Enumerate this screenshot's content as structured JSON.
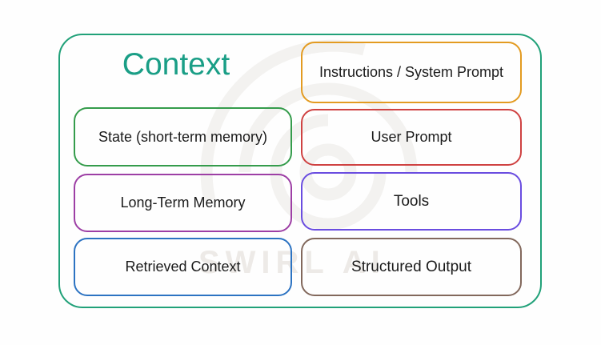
{
  "diagram": {
    "title": "Context",
    "title_color": "#1a9e86",
    "container_border_color": "#21a179",
    "watermark": {
      "text": "SWIRL AI",
      "color": "#edeae7"
    },
    "boxes": [
      {
        "label": "Instructions / System Prompt",
        "border_color": "#e39b21"
      },
      {
        "label": "State (short-term memory)",
        "border_color": "#359c4c"
      },
      {
        "label": "User Prompt",
        "border_color": "#cf4242"
      },
      {
        "label": "Long-Term Memory",
        "border_color": "#9d3fa5"
      },
      {
        "label": "Tools",
        "border_color": "#6a4de0"
      },
      {
        "label": "Retrieved Context",
        "border_color": "#2c73c2"
      },
      {
        "label": "Structured Output",
        "border_color": "#82685c"
      }
    ]
  }
}
